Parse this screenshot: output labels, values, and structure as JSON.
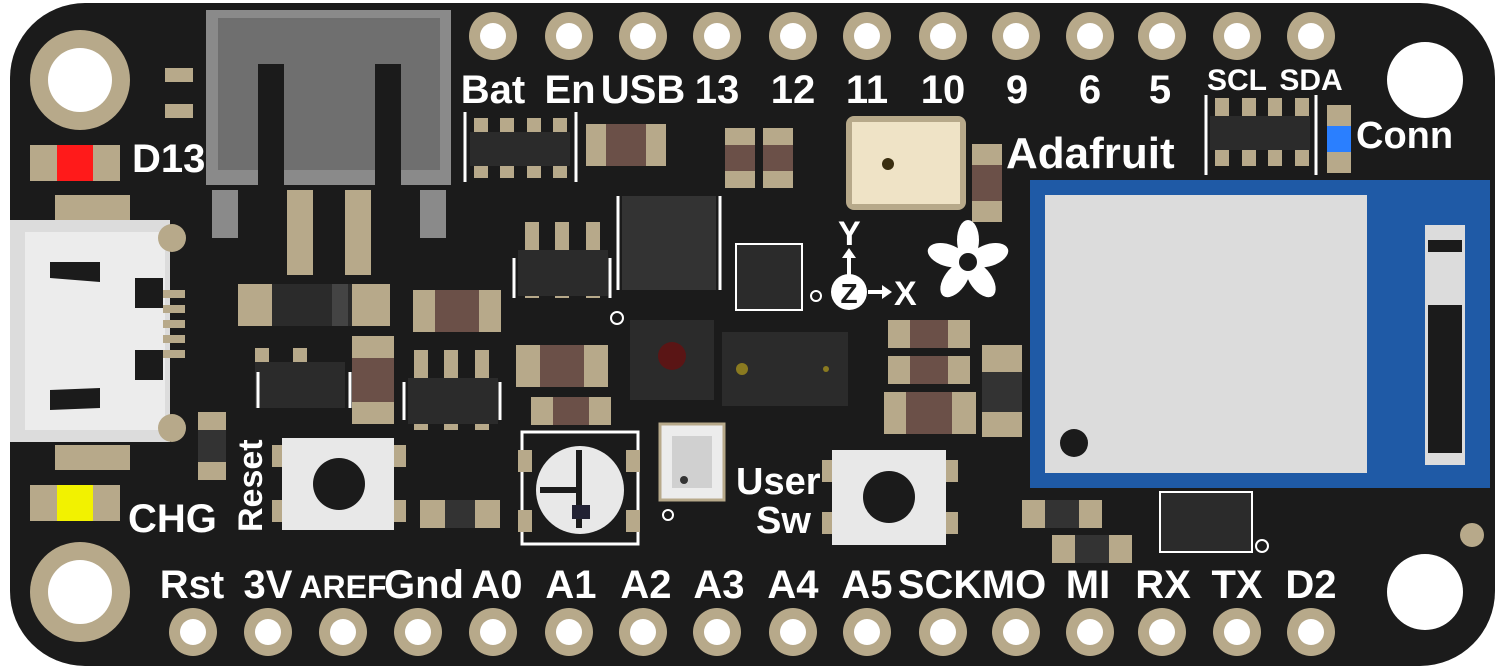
{
  "brand": "Adafruit",
  "colors": {
    "pcb": "#1b1b1b",
    "pad_gold": "#b7a98a",
    "silkscreen": "#ffffff",
    "ble_module": "#1f5aa6",
    "led_red": "#ff1a1a",
    "led_yellow": "#f2f200",
    "led_blue": "#2a7fff"
  },
  "header_top": [
    "Bat",
    "En",
    "USB",
    "13",
    "12",
    "11",
    "10",
    "9",
    "6",
    "5",
    "SCL",
    "SDA"
  ],
  "header_bottom": [
    "Rst",
    "3V",
    "AREF",
    "Gnd",
    "A0",
    "A1",
    "A2",
    "A3",
    "A4",
    "A5",
    "SCK",
    "MO",
    "MI",
    "RX",
    "TX",
    "D2"
  ],
  "labels": {
    "d13": "D13",
    "chg": "CHG",
    "reset": "Reset",
    "conn": "Conn",
    "user_sw_line1": "User",
    "user_sw_line2": "Sw",
    "axis_x": "X",
    "axis_y": "Y",
    "axis_z": "Z"
  },
  "icons": {
    "logo": "adafruit-flower-icon"
  }
}
